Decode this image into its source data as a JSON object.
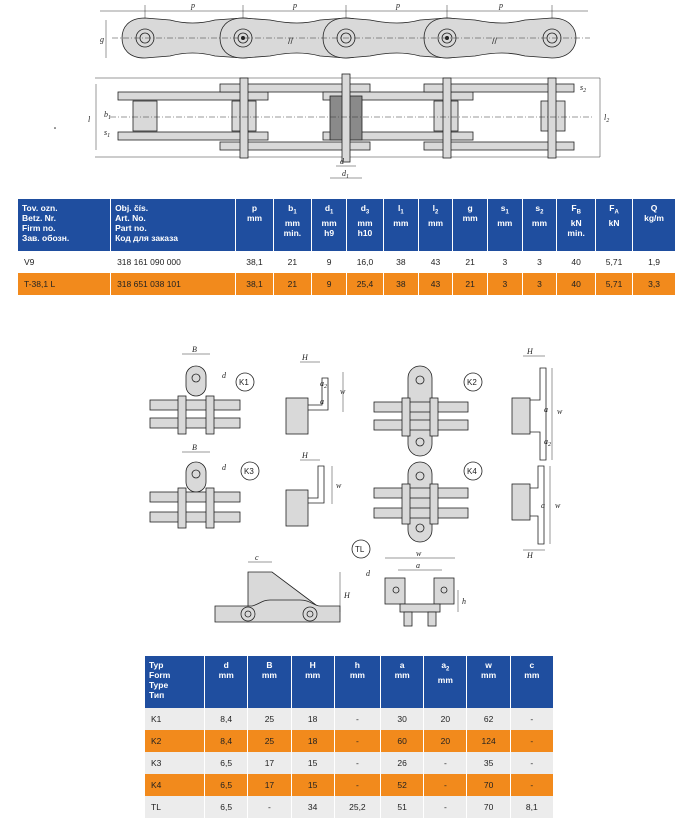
{
  "drawing_labels": {
    "p": "p",
    "g": "g",
    "b1": "b",
    "b1_sub": "1",
    "s1": "s",
    "s1_sub": "1",
    "s2": "s",
    "s2_sub": "2",
    "l1": "l",
    "l1_sub": "1",
    "l2": "l",
    "l2_sub": "2",
    "d": "d",
    "d1": "d",
    "d1_sub": "1",
    "B": "B",
    "H": "H",
    "w": "w",
    "a": "a",
    "a2": "a",
    "a2_sub": "2",
    "c": "c",
    "h": "h",
    "K1": "K1",
    "K2": "K2",
    "K3": "K3",
    "K4": "K4",
    "TL": "TL"
  },
  "chain_table": {
    "headers": [
      {
        "main": "Tov. ozn.",
        "sub": "",
        "lines": [
          "Betz. Nr.",
          "Firm no.",
          "Зав. обозн."
        ]
      },
      {
        "main": "Obj. čís.",
        "sub": "",
        "lines": [
          "Art. No.",
          "Part no.",
          "Код для заказа"
        ]
      },
      {
        "main": "p",
        "sub": "",
        "lines": [
          "mm"
        ]
      },
      {
        "main": "b",
        "sub": "1",
        "lines": [
          "mm",
          "min."
        ]
      },
      {
        "main": "d",
        "sub": "1",
        "lines": [
          "mm",
          "h9"
        ]
      },
      {
        "main": "d",
        "sub": "3",
        "lines": [
          "mm",
          "h10"
        ]
      },
      {
        "main": "l",
        "sub": "1",
        "lines": [
          "mm"
        ]
      },
      {
        "main": "l",
        "sub": "2",
        "lines": [
          "mm"
        ]
      },
      {
        "main": "g",
        "sub": "",
        "lines": [
          "mm"
        ]
      },
      {
        "main": "s",
        "sub": "1",
        "lines": [
          "mm"
        ]
      },
      {
        "main": "s",
        "sub": "2",
        "lines": [
          "mm"
        ]
      },
      {
        "main": "F",
        "sub": "B",
        "lines": [
          "kN",
          "min."
        ]
      },
      {
        "main": "F",
        "sub": "A",
        "lines": [
          "kN"
        ]
      },
      {
        "main": "Q",
        "sub": "",
        "lines": [
          "kg/m"
        ]
      }
    ],
    "rows": [
      [
        "V9",
        "318 161 090 000",
        "38,1",
        "21",
        "9",
        "16,0",
        "38",
        "43",
        "21",
        "3",
        "3",
        "40",
        "5,71",
        "1,9"
      ],
      [
        "T-38,1 L",
        "318 651 038 101",
        "38,1",
        "21",
        "9",
        "25,4",
        "38",
        "43",
        "21",
        "3",
        "3",
        "40",
        "5,71",
        "3,3"
      ]
    ]
  },
  "attachment_table": {
    "headers": [
      {
        "lines": [
          "Typ",
          "Form",
          "Type",
          "Тип"
        ]
      },
      {
        "lines": [
          "d",
          "mm"
        ]
      },
      {
        "lines": [
          "B",
          "mm"
        ]
      },
      {
        "lines": [
          "H",
          "mm"
        ]
      },
      {
        "lines": [
          "h",
          "mm"
        ]
      },
      {
        "lines": [
          "a",
          "mm"
        ]
      },
      {
        "main": "a",
        "sub": "2",
        "lines": [
          "mm"
        ]
      },
      {
        "lines": [
          "w",
          "mm"
        ]
      },
      {
        "lines": [
          "c",
          "mm"
        ]
      }
    ],
    "rows": [
      [
        "K1",
        "8,4",
        "25",
        "18",
        "-",
        "30",
        "20",
        "62",
        "-"
      ],
      [
        "K2",
        "8,4",
        "25",
        "18",
        "-",
        "60",
        "20",
        "124",
        "-"
      ],
      [
        "K3",
        "6,5",
        "17",
        "15",
        "-",
        "26",
        "-",
        "35",
        "-"
      ],
      [
        "K4",
        "6,5",
        "17",
        "15",
        "-",
        "52",
        "-",
        "70",
        "-"
      ],
      [
        "TL",
        "6,5",
        "-",
        "34",
        "25,2",
        "51",
        "-",
        "70",
        "8,1"
      ]
    ]
  }
}
